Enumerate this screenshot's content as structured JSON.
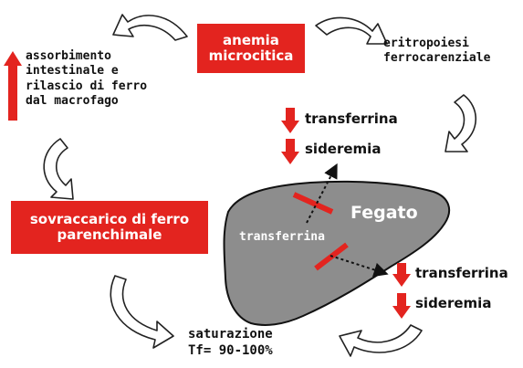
{
  "boxes": {
    "anemia": "anemia\nmicrocitica",
    "sovraccarico": "sovraccarico di ferro\nparenchimale"
  },
  "texts": {
    "assorbimento": "assorbimento\nintestinale e\nrilascio di ferro\ndal macrofago",
    "eritropoiesi": "eritropoiesi\nferrocarenziale",
    "saturazione": "saturazione\nTf= 90-100%"
  },
  "liver": {
    "title": "Fegato",
    "inner_label": "transferrina"
  },
  "indicators_top": {
    "transferrina": "transferrina",
    "sideremia": "sideremia"
  },
  "indicators_bottom": {
    "transferrina": "transferrina",
    "sideremia": "sideremia"
  },
  "colors": {
    "red": "#e3241f",
    "liver_fill": "#8d8d8d",
    "arrow_fill": "#ffffff"
  },
  "icons": [
    "curved-arrow-icon",
    "down-arrow-icon",
    "up-arrow-icon",
    "dotted-arrow-icon"
  ]
}
